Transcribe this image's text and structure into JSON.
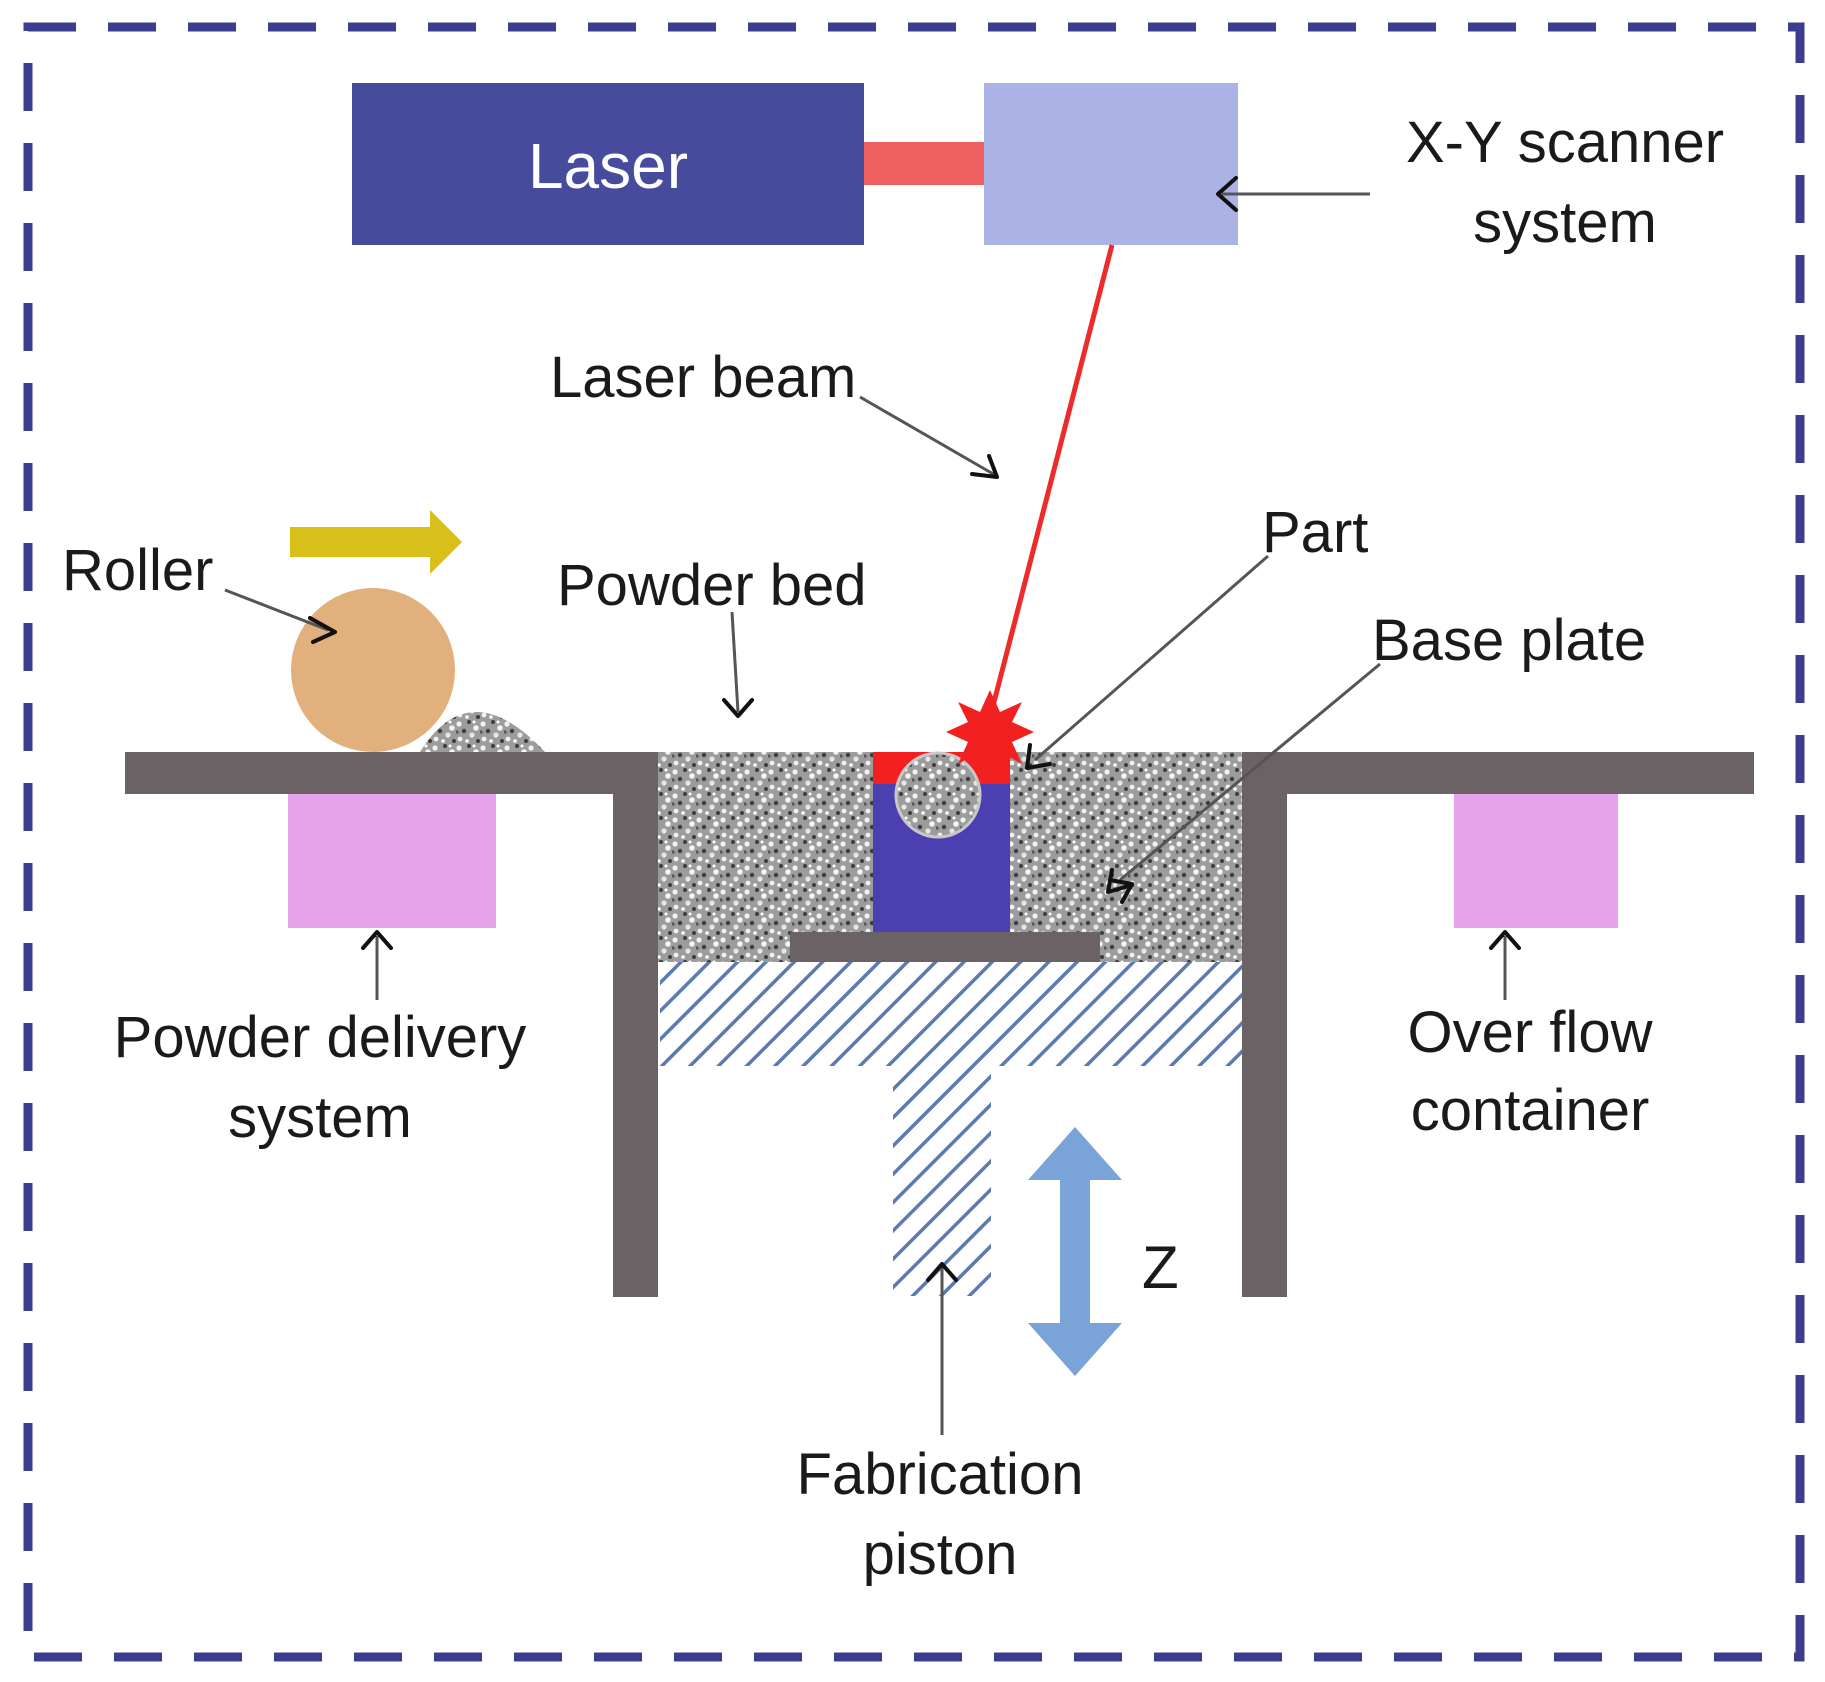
{
  "labels": {
    "laser": "Laser",
    "xy_scanner_line1": "X-Y scanner",
    "xy_scanner_line2": "system",
    "laser_beam": "Laser beam",
    "part": "Part",
    "base_plate": "Base plate",
    "roller": "Roller",
    "powder_bed": "Powder bed",
    "powder_delivery_line1": "Powder delivery",
    "powder_delivery_line2": "system",
    "overflow_line1": "Over flow",
    "overflow_line2": "container",
    "fabrication_line1": "Fabrication",
    "fabrication_line2": "piston",
    "z_axis": "Z"
  },
  "colors": {
    "frame_dash": "#3b3d8f",
    "laser_box": "#474b9b",
    "scanner_box": "#aab2e6",
    "laser_connector": "#f06060",
    "laser_beam": "#ee2b2b",
    "melt_spot": "#f22020",
    "wall": "#6a6264",
    "roller": "#e2b07c",
    "roller_arrow": "#d9bf1a",
    "container_box": "#e6a2ea",
    "part_block": "#4b3fb2",
    "piston_hatch": "#5a7ab0",
    "z_arrow": "#7aa3d8",
    "powder_dark": "#3d3d3d",
    "powder_light": "#f2f2f2"
  }
}
